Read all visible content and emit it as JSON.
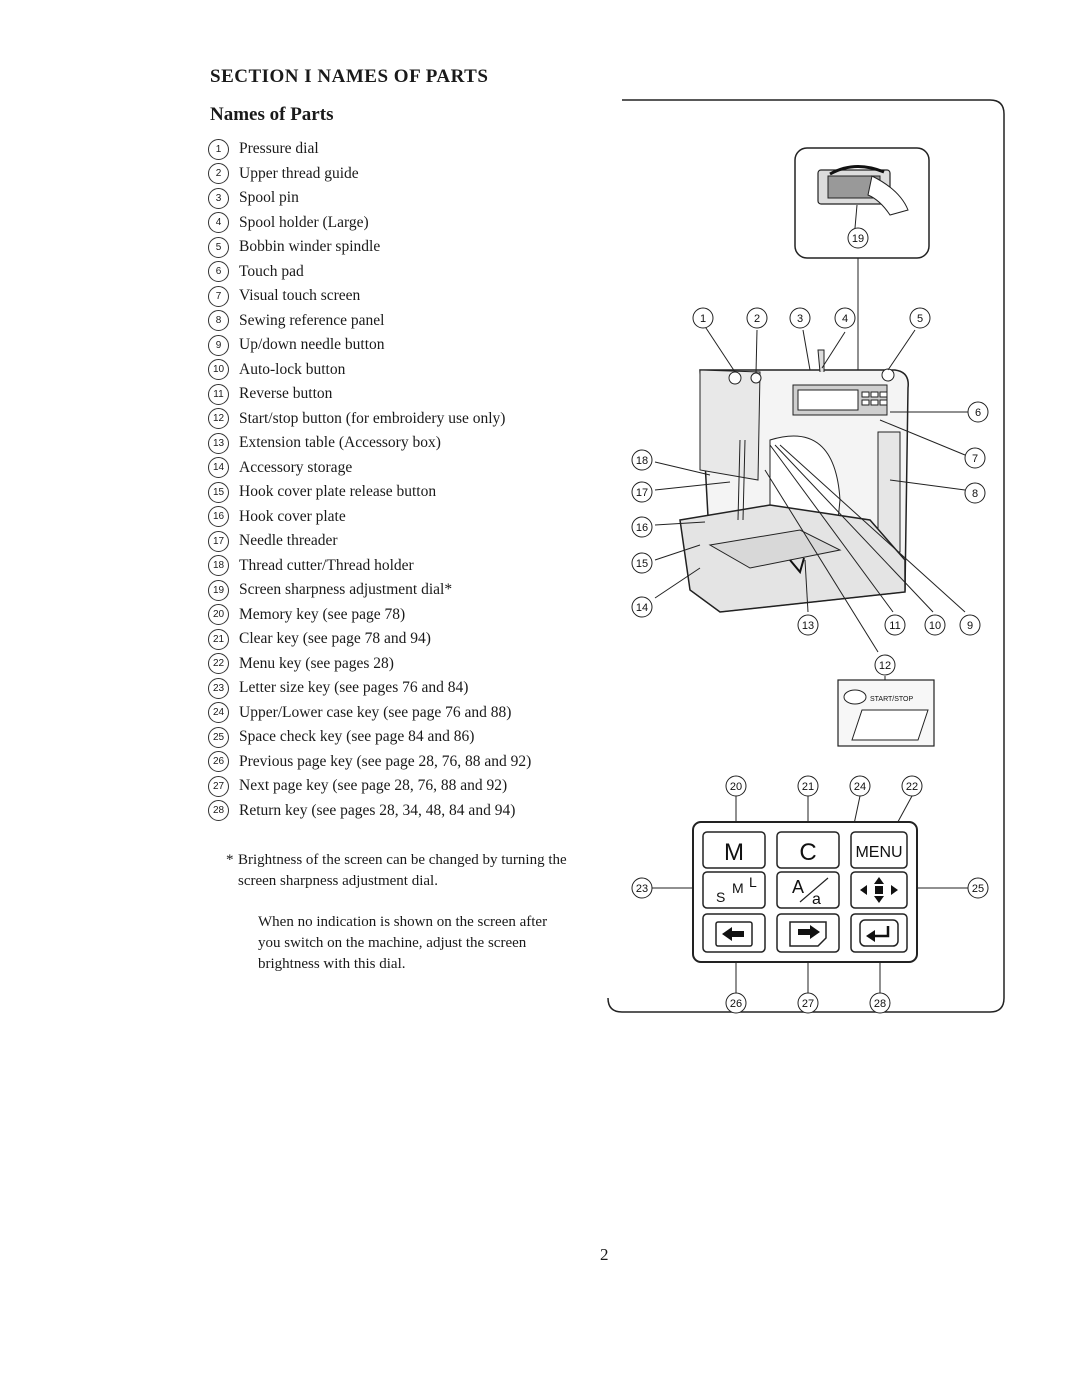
{
  "section_heading": "SECTION I NAMES OF PARTS",
  "sub_heading": "Names of Parts",
  "parts": [
    {
      "num": "1",
      "label": "Pressure dial"
    },
    {
      "num": "2",
      "label": "Upper thread guide"
    },
    {
      "num": "3",
      "label": "Spool pin"
    },
    {
      "num": "4",
      "label": "Spool holder (Large)"
    },
    {
      "num": "5",
      "label": "Bobbin winder spindle"
    },
    {
      "num": "6",
      "label": "Touch pad"
    },
    {
      "num": "7",
      "label": "Visual touch screen"
    },
    {
      "num": "8",
      "label": "Sewing reference panel"
    },
    {
      "num": "9",
      "label": "Up/down needle button"
    },
    {
      "num": "10",
      "label": "Auto-lock button"
    },
    {
      "num": "11",
      "label": "Reverse button"
    },
    {
      "num": "12",
      "label": "Start/stop button (for embroidery use only)"
    },
    {
      "num": "13",
      "label": "Extension table (Accessory box)"
    },
    {
      "num": "14",
      "label": "Accessory storage"
    },
    {
      "num": "15",
      "label": "Hook cover plate release button"
    },
    {
      "num": "16",
      "label": "Hook cover plate"
    },
    {
      "num": "17",
      "label": "Needle threader"
    },
    {
      "num": "18",
      "label": "Thread cutter/Thread holder"
    },
    {
      "num": "19",
      "label": "Screen sharpness adjustment dial*"
    },
    {
      "num": "20",
      "label": "Memory key (see page 78)"
    },
    {
      "num": "21",
      "label": "Clear key (see page 78 and 94)"
    },
    {
      "num": "22",
      "label": "Menu key (see pages 28)"
    },
    {
      "num": "23",
      "label": "Letter size key (see pages 76 and 84)"
    },
    {
      "num": "24",
      "label": "Upper/Lower case key (see page 76 and 88)"
    },
    {
      "num": "25",
      "label": "Space check key (see page 84 and 86)"
    },
    {
      "num": "26",
      "label": "Previous page key (see page 28, 76, 88 and 92)"
    },
    {
      "num": "27",
      "label": "Next page key (see page 28, 76, 88 and 92)"
    },
    {
      "num": "28",
      "label": "Return key (see pages 28, 34, 48, 84 and 94)"
    }
  ],
  "footnote_mark": "*",
  "footnote": "Brightness of the screen can be changed by turning the screen sharpness adjustment dial.",
  "note": "When no indication is shown on the screen after you switch on the machine, adjust the screen brightness with this dial.",
  "figure": {
    "startstop_label": "START/STOP",
    "key_m": "M",
    "key_c": "C",
    "key_menu": "MENU",
    "key_size_s": "S",
    "key_size_m": "M",
    "key_size_l": "L",
    "key_case_upper": "A",
    "key_case_lower": "a"
  },
  "page_number": "2"
}
